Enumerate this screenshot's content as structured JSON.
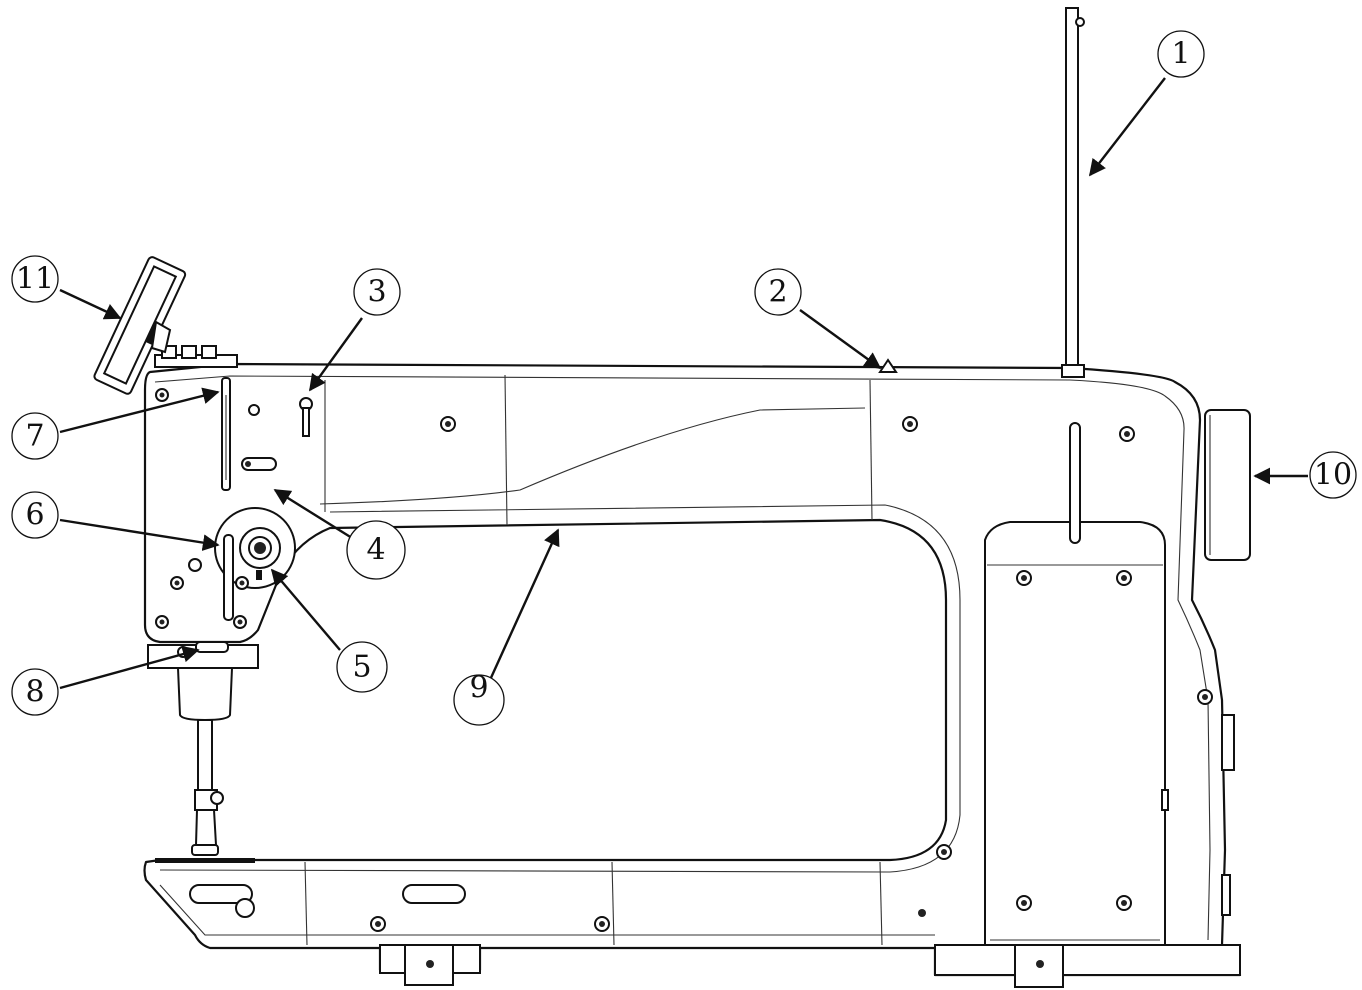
{
  "diagram": {
    "subject": "Sewing machine head, side view",
    "callouts": [
      {
        "id": "callout-1",
        "label": "1"
      },
      {
        "id": "callout-2",
        "label": "2"
      },
      {
        "id": "callout-3",
        "label": "3"
      },
      {
        "id": "callout-4",
        "label": "4"
      },
      {
        "id": "callout-5",
        "label": "5"
      },
      {
        "id": "callout-6",
        "label": "6"
      },
      {
        "id": "callout-7",
        "label": "7"
      },
      {
        "id": "callout-8",
        "label": "8"
      },
      {
        "id": "callout-9",
        "label": "9"
      },
      {
        "id": "callout-10",
        "label": "10"
      },
      {
        "id": "callout-11",
        "label": "11"
      }
    ]
  }
}
